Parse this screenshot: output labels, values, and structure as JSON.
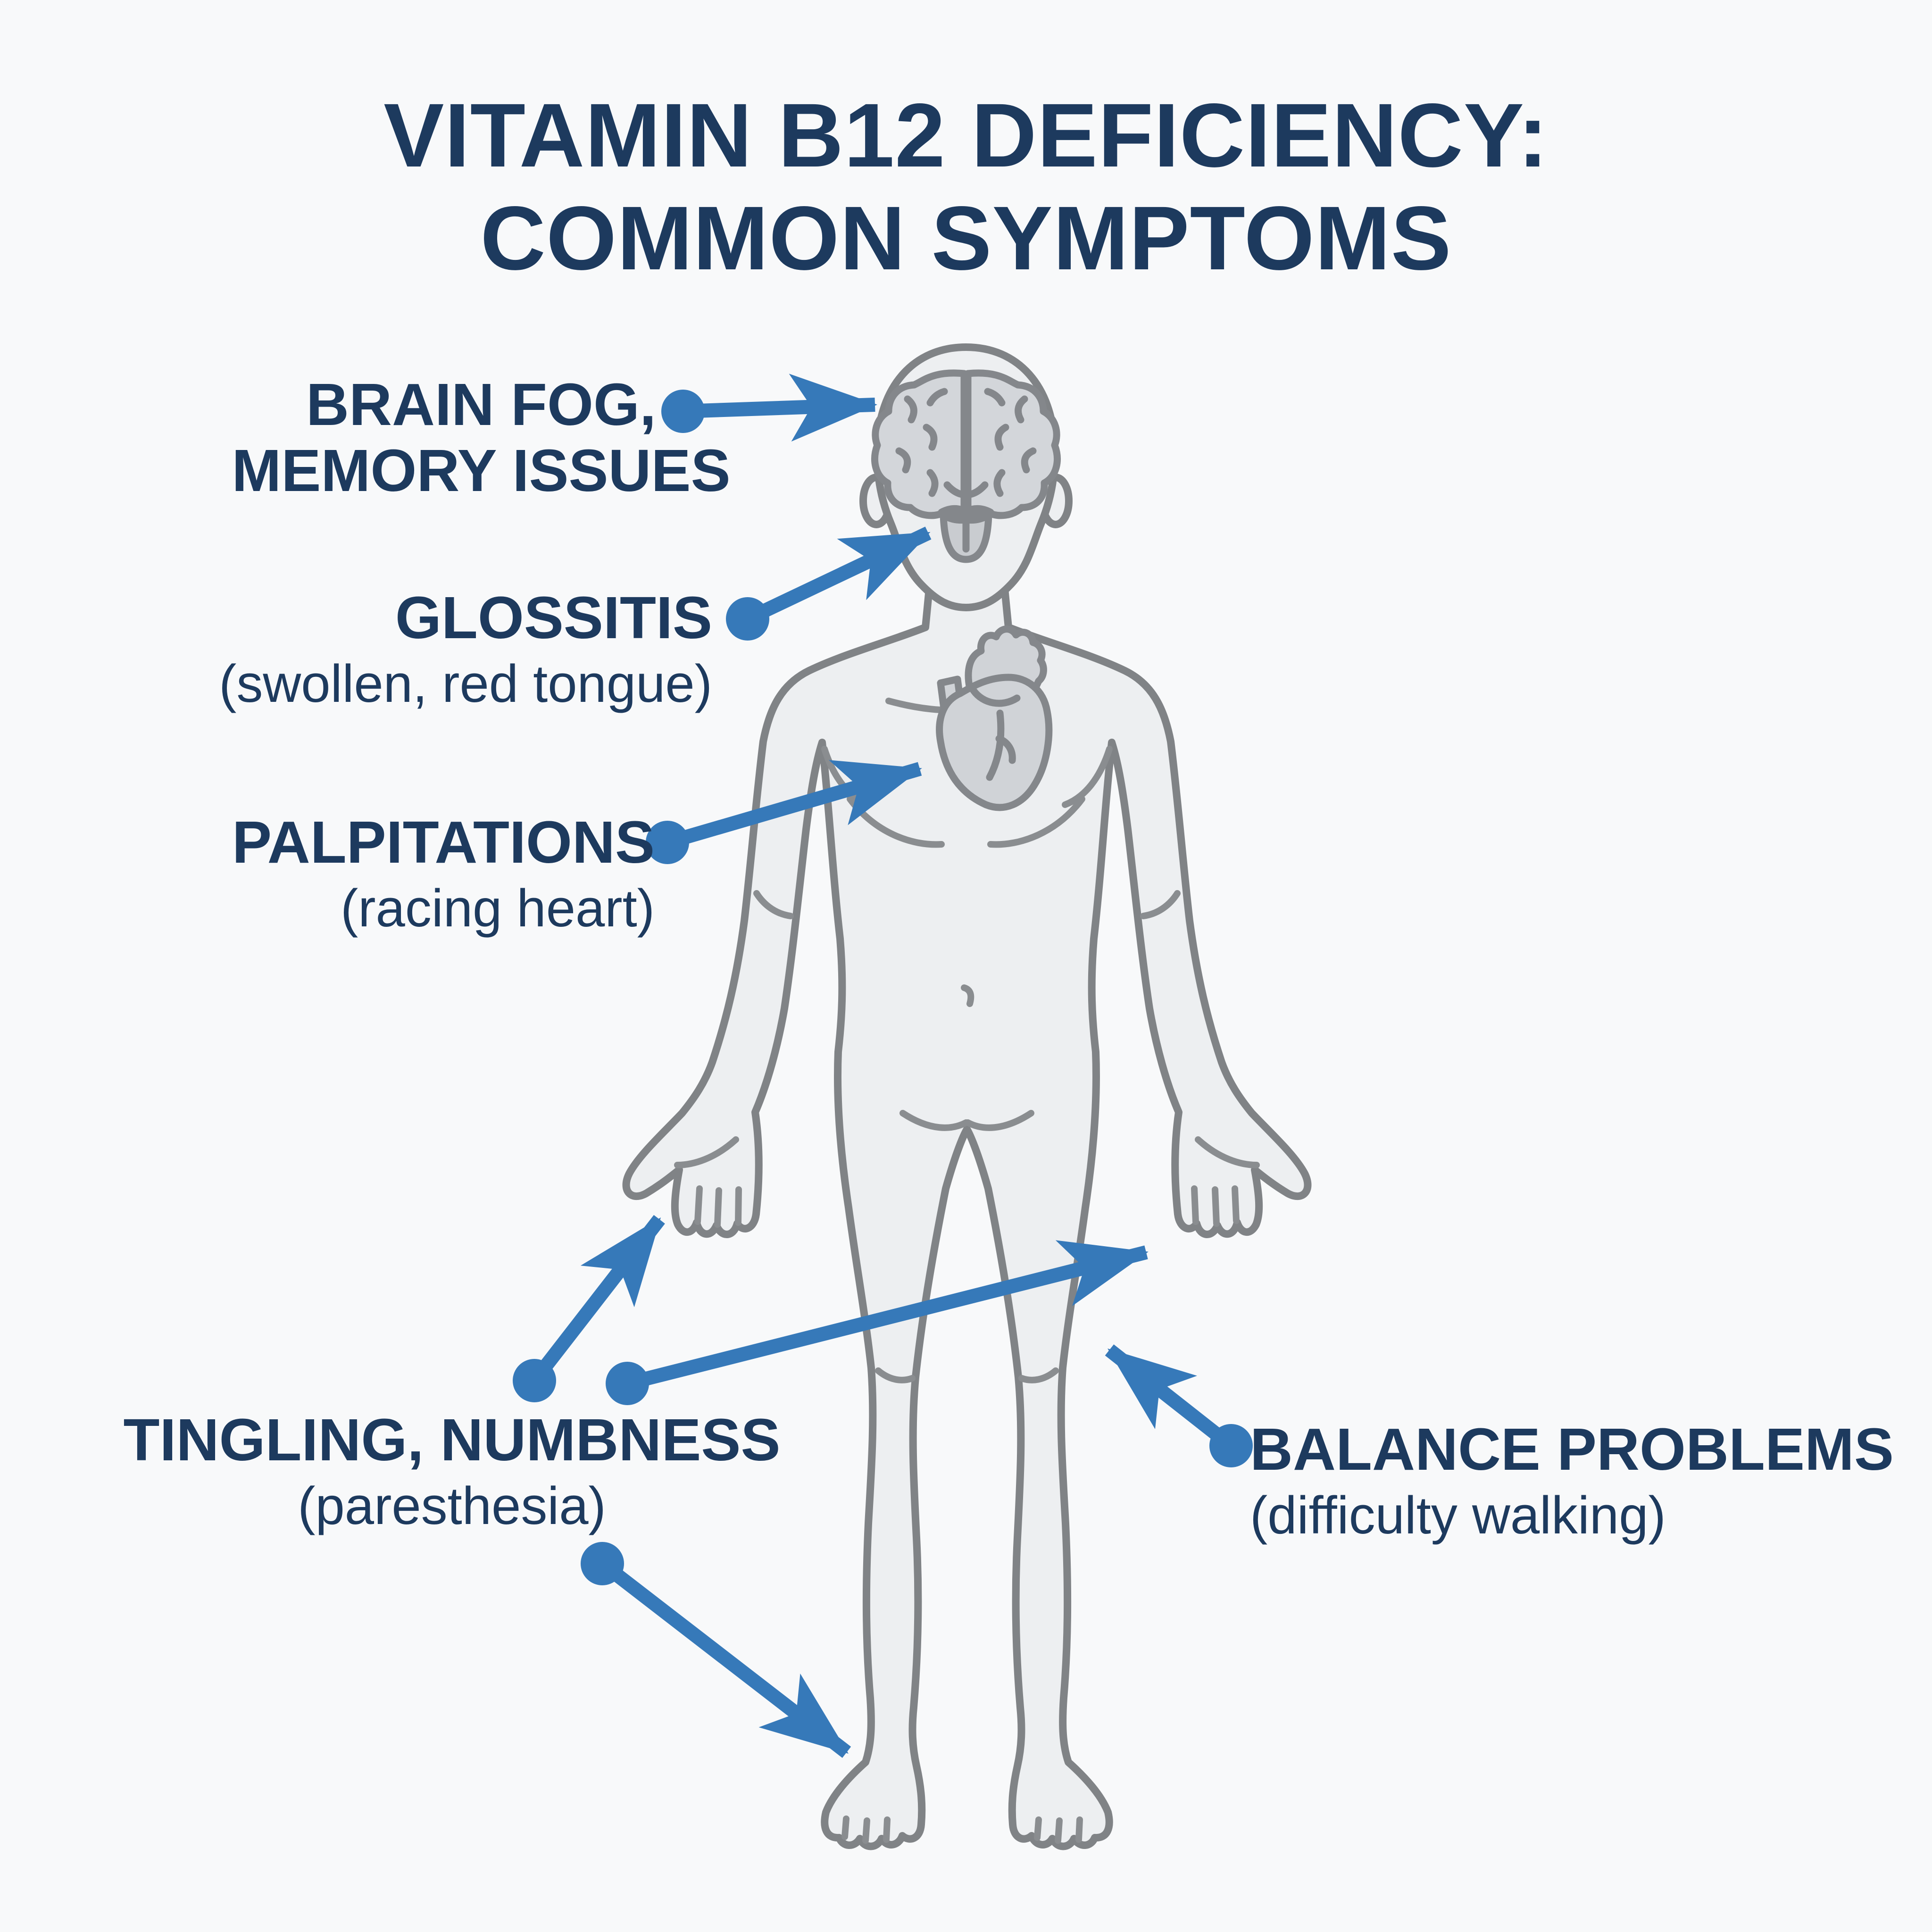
{
  "title": {
    "line1": "VITAMIN B12 DEFICIENCY:",
    "line2": "COMMON SYMPTOMS"
  },
  "labels": {
    "brain_fog": {
      "line1": "BRAIN FOG,",
      "line2": "MEMORY ISSUES"
    },
    "glossitis": {
      "name": "GLOSSITIS",
      "detail": "(swollen, red tongue)"
    },
    "palpitations": {
      "name": "PALPITATIONS",
      "detail": "(racing heart)"
    },
    "tingling": {
      "name": "TINGLING, NUMBNESS",
      "detail": "(paresthesia)"
    },
    "balance": {
      "name": "BALANCE PROBLEMS",
      "detail": "(difficulty walking)"
    }
  },
  "icons": {
    "figure": "human-body-outline",
    "organs": [
      "brain-illustration",
      "tongue-illustration",
      "heart-illustration"
    ],
    "pointers": [
      "arrow-to-brain",
      "arrow-to-tongue",
      "arrow-to-heart",
      "arrow-to-left-hand",
      "arrow-to-right-hand",
      "arrow-to-left-foot",
      "arrow-to-right-leg"
    ]
  },
  "colors": {
    "background": "#f8f9fa",
    "text_navy": "#1d3a5e",
    "arrow_blue": "#3679b9",
    "body_fill": "#edeff1",
    "body_outline": "#808386",
    "organ_fill": "#d3d6da"
  }
}
